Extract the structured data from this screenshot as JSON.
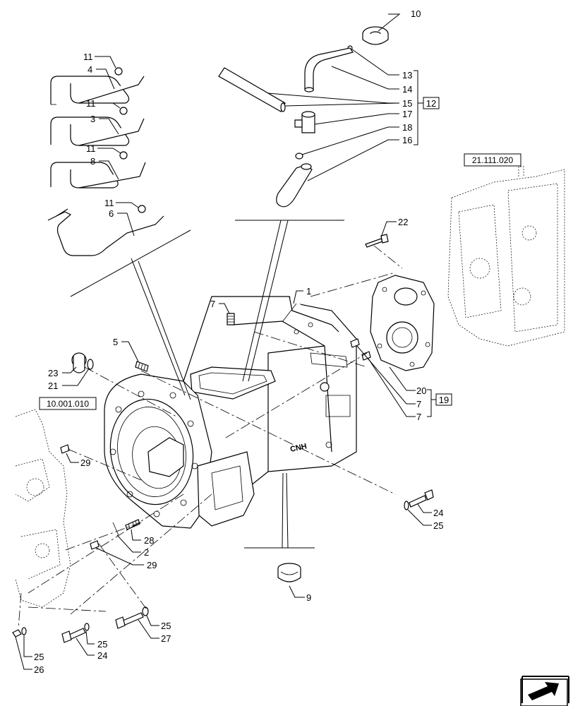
{
  "references": {
    "left_assembly": "10.001.010",
    "right_assembly": "21.111.020"
  },
  "callouts": {
    "c10": "10",
    "c13": "13",
    "c14": "14",
    "c15": "15",
    "c17": "17",
    "c18": "18",
    "c16": "16",
    "c12": "12",
    "c11a": "11",
    "c4": "4",
    "c11b": "11",
    "c3": "3",
    "c11c": "11",
    "c8": "8",
    "c11d": "11",
    "c6": "6",
    "c22": "22",
    "c1": "1",
    "c7a": "7",
    "c5": "5",
    "c23": "23",
    "c21": "21",
    "c20": "20",
    "c7b": "7",
    "c7c": "7",
    "c19": "19",
    "c29a": "29",
    "c28": "28",
    "c2": "2",
    "c29b": "29",
    "c24a": "24",
    "c25a": "25",
    "c9": "9",
    "c25b": "25",
    "c27": "27",
    "c25c": "25",
    "c24b": "24",
    "c25d": "25",
    "c26": "26"
  },
  "icons": {
    "nav": "next-page-arrow-icon"
  }
}
